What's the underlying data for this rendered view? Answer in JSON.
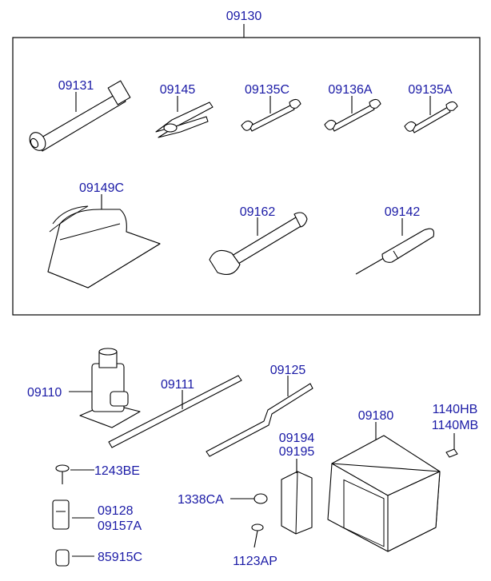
{
  "diagram": {
    "group_label": "09130",
    "labels": {
      "lug_wrench": "09131",
      "pliers": "09145",
      "wrench_c": "09135C",
      "wrench_136a": "09136A",
      "wrench_135a": "09135A",
      "tool_bag": "09149C",
      "adj_wrench": "09162",
      "screwdriver": "09142",
      "jack": "09110",
      "jack_handle": "09111",
      "extension_bar": "09125",
      "tool_box": "09180",
      "bolt_1140hb": "1140HB",
      "bolt_1140mb": "1140MB",
      "bracket_a": "09194",
      "bracket_b": "09195",
      "nut": "1338CA",
      "screw_1243be": "1243BE",
      "clip_a": "09128",
      "clip_b": "09157A",
      "bolt_1123ap": "1123AP",
      "cap_85915c": "85915C"
    }
  }
}
